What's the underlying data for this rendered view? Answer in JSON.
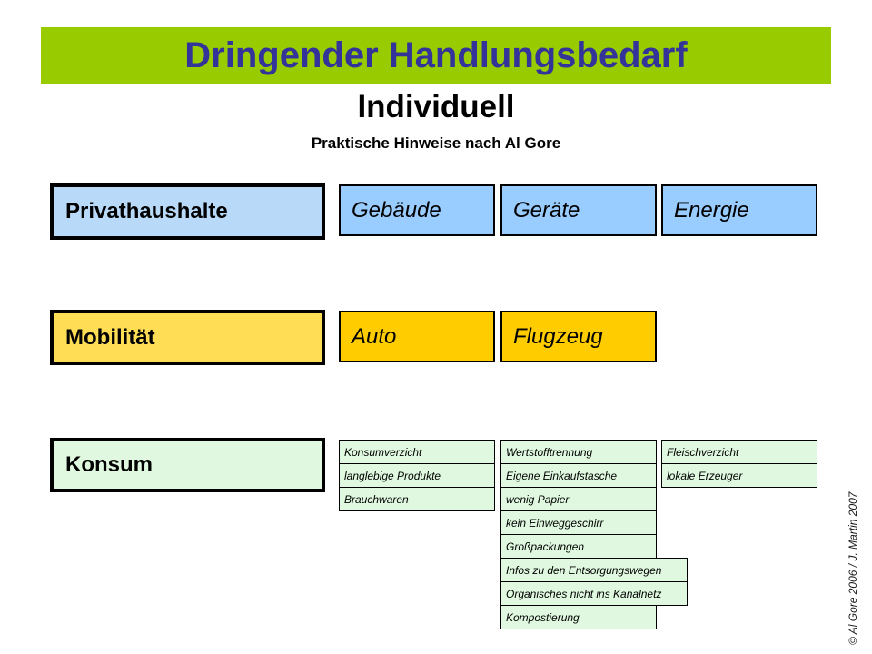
{
  "header": {
    "banner_title": "Dringender Handlungsbedarf",
    "title": "Individuell",
    "subtitle": "Praktische Hinweise nach Al Gore"
  },
  "rows": [
    {
      "label": "Privathaushalte",
      "items": [
        "Gebäude",
        "Geräte",
        "Energie"
      ]
    },
    {
      "label": "Mobilität",
      "items": [
        "Auto",
        "Flugzeug"
      ]
    },
    {
      "label": "Konsum",
      "columns": [
        [
          "Konsumverzicht",
          "langlebige Produkte",
          "Brauchwaren"
        ],
        [
          "Wertstofftrennung",
          "Eigene Einkaufstasche",
          "wenig Papier",
          "kein Einweggeschirr",
          "Großpackungen",
          "Infos zu den Entsorgungswegen",
          "Organisches nicht ins Kanalnetz",
          "Kompostierung"
        ],
        [
          "Fleischverzicht",
          "lokale Erzeuger"
        ]
      ]
    }
  ],
  "footer": {
    "copyright": "© Al Gore 2006  /  J. Martin 2007"
  },
  "colors": {
    "banner_bg": "#99CC00",
    "banner_text": "#333399",
    "household_label_bg": "#B9D9F9",
    "household_item_bg": "#99CCFF",
    "mobility_label_bg": "#FFDD55",
    "mobility_item_bg": "#FFCC00",
    "consumption_bg": "#DFF8DF",
    "border": "#000000"
  }
}
